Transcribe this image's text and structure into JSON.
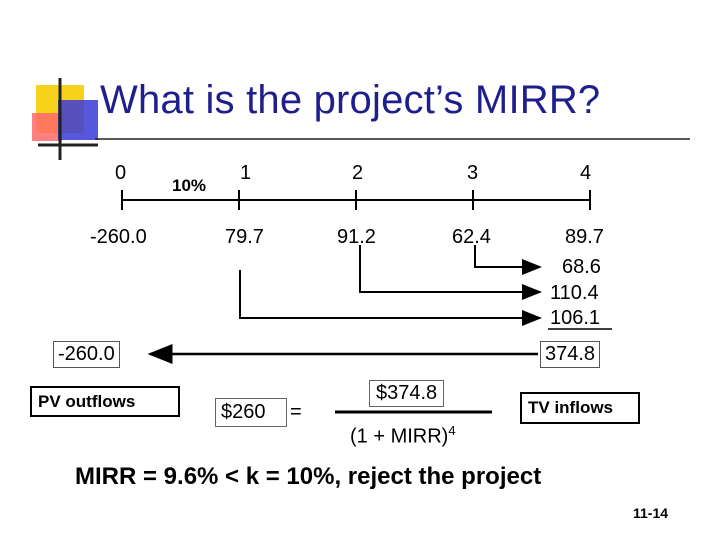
{
  "title": "What is the project’s MIRR?",
  "timeline": {
    "periods": [
      "0",
      "1",
      "2",
      "3",
      "4"
    ],
    "rate": "10%",
    "cash_flows": [
      "-260.0",
      "79.7",
      "91.2",
      "62.4",
      "89.7"
    ]
  },
  "compounded": [
    "68.6",
    "110.4",
    "106.1"
  ],
  "tv_total": "374.8",
  "pv_total": "-260.0",
  "labels": {
    "pv_outflows": "PV outflows",
    "tv_inflows": "TV inflows"
  },
  "equation": {
    "lhs": "$260",
    "equals": "=",
    "numerator": "$374.8",
    "denominator_base": "(1 + MIRR)",
    "denominator_exp": "4"
  },
  "conclusion": "MIRR = 9.6% < k = 10%, reject the project",
  "slide_number": "11-14",
  "colors": {
    "title": "#1f1f8c",
    "accent_yellow": "#f7d21c",
    "accent_red": "#ff3b3b",
    "accent_blue": "#3a3ad6"
  }
}
